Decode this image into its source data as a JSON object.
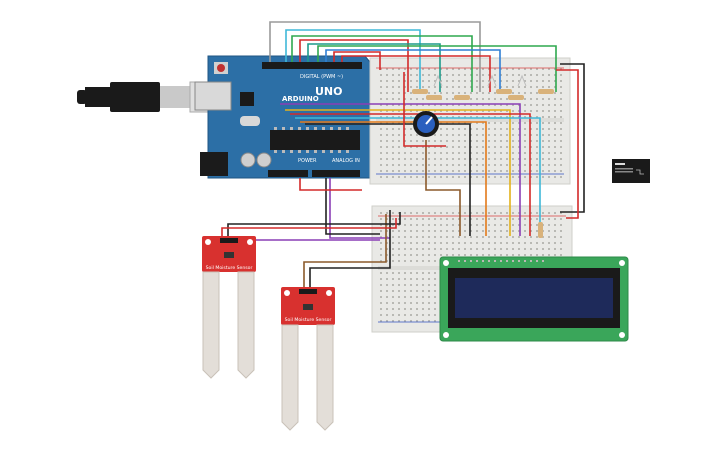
{
  "arduino": {
    "logo_text": "ARDUINO",
    "model_text": "UNO",
    "digital_label": "DIGITAL (PWM ~)",
    "power_label": "POWER",
    "analog_label": "ANALOG IN"
  },
  "soil_sensor_1": {
    "label": "Soil Moisture Sensor"
  },
  "soil_sensor_2": {
    "label": "Soil Moisture Sensor"
  },
  "colors": {
    "arduino_board": "#2c6fa6",
    "breadboard": "#e9e9e6",
    "sensor_red": "#d8312f",
    "lcd_pcb": "#3aa65a",
    "lcd_screen": "#1e2a5a",
    "wire_red": "#d32a2a",
    "wire_black": "#222222",
    "wire_green": "#2fa84f",
    "wire_blue": "#2f7fd4",
    "wire_purple": "#8a3fb5",
    "wire_yellow": "#e3b21a",
    "wire_orange": "#e37a1a",
    "wire_brown": "#8b5a2b",
    "wire_gray": "#9a9a9a",
    "wire_cyan": "#3fb8d8"
  },
  "icons": {
    "usb_cable": "usb-cable-icon",
    "potentiometer": "potentiometer-icon",
    "relay_chip": "relay-module-icon"
  }
}
